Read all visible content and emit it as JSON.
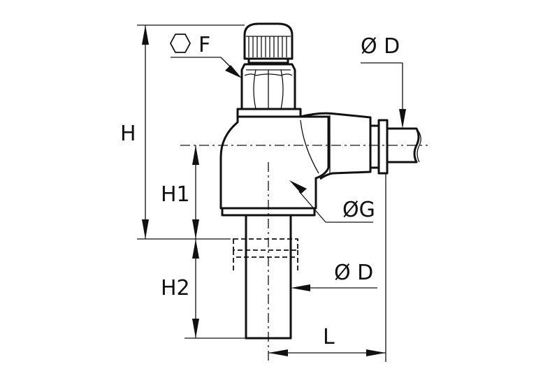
{
  "labels": {
    "hex_f": "F",
    "dia_d_top": "Ø D",
    "height_h": "H",
    "height_h1": "H1",
    "height_h2": "H2",
    "dia_g": "ØG",
    "dia_d_bottom": "Ø D",
    "length_l": "L"
  },
  "icons": {
    "hex": "hexagon-icon"
  }
}
